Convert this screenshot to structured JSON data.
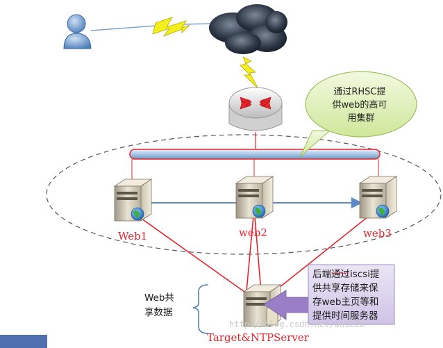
{
  "diagram": {
    "servers": [
      {
        "id": "web1",
        "label": "Web1"
      },
      {
        "id": "web2",
        "label": "web2"
      },
      {
        "id": "web3",
        "label": "web3"
      }
    ],
    "storage_server_label": "Target&NTPServer",
    "cluster_callout": [
      "通过RHSC提",
      "供web的高可",
      "用集群"
    ],
    "storage_callout": [
      "后端通过iscsi提",
      "供共享存储来保",
      "存web主页等和",
      "提供时间服务器"
    ],
    "shared_data_label": [
      "Web共",
      "享数据"
    ],
    "watermark": "http://blog.csdn.net/wh5820",
    "colors": {
      "link_red": "#e8232a",
      "label_red": "#e8232a",
      "bus_blue": "#a9c7e6",
      "bus_border": "#e8232a",
      "callout_green": "#dff0b7",
      "callout_purple": "#ddd5ee",
      "arrow_purple": "#9b7fc6",
      "lightning_yellow": "#f3ef1f"
    },
    "icons": [
      "user-icon",
      "cloud-icon",
      "router-icon",
      "server-icon",
      "globe-icon",
      "lightning-icon",
      "brace-icon"
    ]
  }
}
